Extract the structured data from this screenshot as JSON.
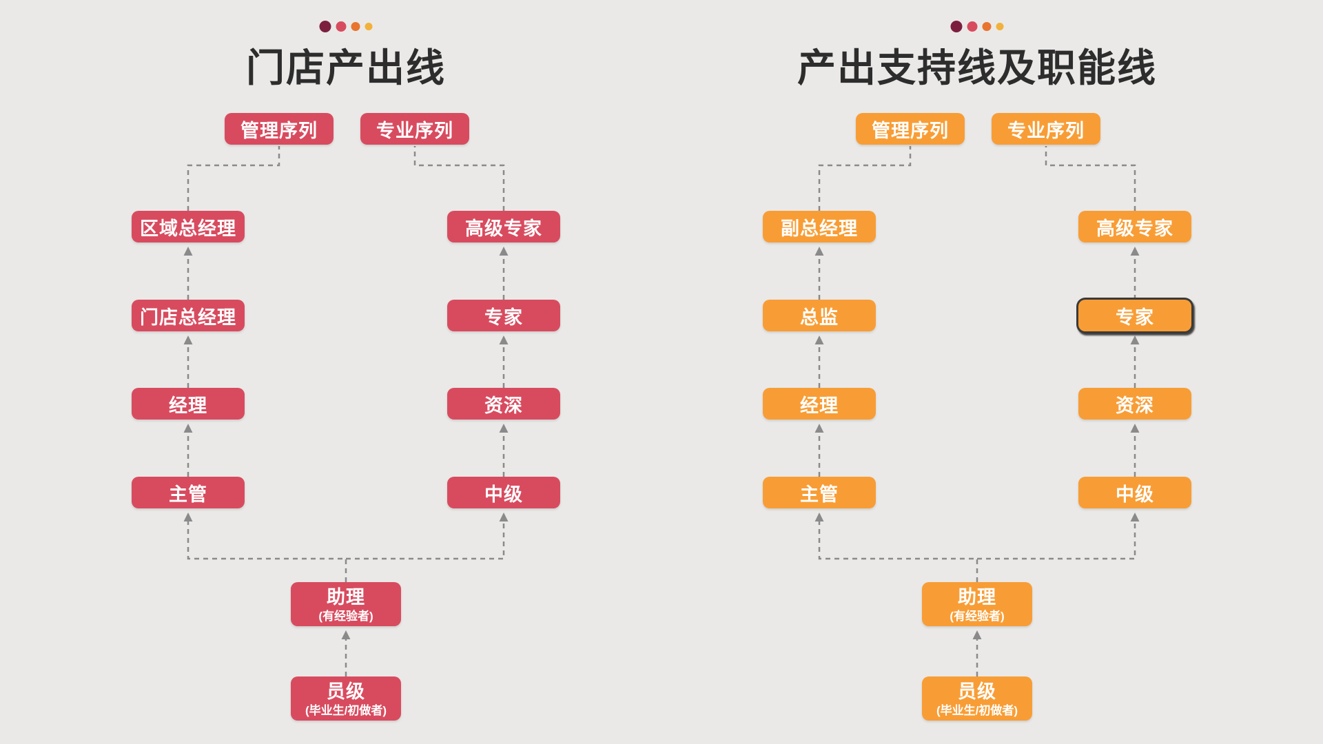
{
  "background": "#eae9e7",
  "connector_color": "#8a8a8a",
  "decor_dots": [
    "#7c1f3f",
    "#d84b5f",
    "#e8742f",
    "#f2b13a"
  ],
  "charts": [
    {
      "id": "store-output-line",
      "title": "门店产出线",
      "color": "#d84b5f",
      "sequences": [
        "管理序列",
        "专业序列"
      ],
      "management_track": [
        "区域总经理",
        "门店总经理",
        "经理",
        "主管"
      ],
      "professional_track": [
        "高级专家",
        "专家",
        "资深",
        "中级"
      ],
      "shared_track": [
        {
          "label": "助理",
          "note": "(有经验者)"
        },
        {
          "label": "员级",
          "note": "(毕业生/初做者)"
        }
      ]
    },
    {
      "id": "support-functional-line",
      "title": "产出支持线及职能线",
      "color": "#f89d35",
      "sequences": [
        "管理序列",
        "专业序列"
      ],
      "management_track": [
        "副总经理",
        "总监",
        "经理",
        "主管"
      ],
      "professional_track": [
        "高级专家",
        "专家",
        "资深",
        "中级"
      ],
      "shared_track": [
        {
          "label": "助理",
          "note": "(有经验者)"
        },
        {
          "label": "员级",
          "note": "(毕业生/初做者)"
        }
      ]
    }
  ]
}
